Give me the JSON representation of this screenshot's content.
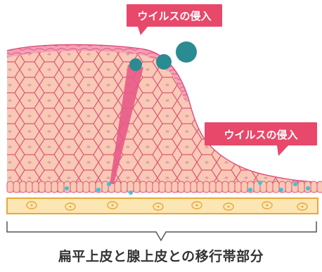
{
  "callouts": {
    "top": "ウイルスの侵入",
    "right": "ウイルスの侵入"
  },
  "caption": "扁平上皮と腺上皮との移行帯部分",
  "colors": {
    "callout_bg": "#e8486a",
    "cell_fill": "#f8c9b4",
    "cell_line": "#e0567d",
    "tissue_pink": "#f3a0b6",
    "virus": "#2a8b92",
    "cyan_dot": "#41c0d8",
    "basement_fill": "#fbe6b4",
    "basement_line": "#e8a93a",
    "bracket": "#555555"
  },
  "icons": {
    "virus": "virus-particle-icon",
    "nucleus": "cell-nucleus-icon"
  }
}
